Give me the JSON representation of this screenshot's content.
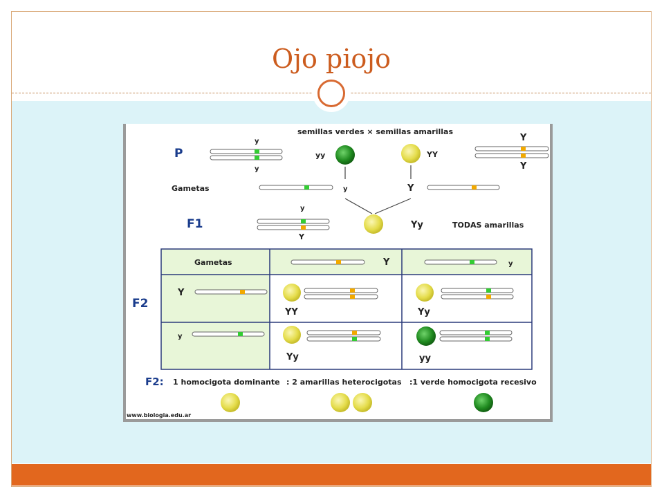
{
  "slide": {
    "title": "Ojo piojo"
  },
  "diagram": {
    "cross_label": "semillas verdes  ×  semillas amarillas",
    "row_labels": {
      "p": "P",
      "gametas": "Gametas",
      "f1": "F1",
      "f2": "F2",
      "f2_summary": "F2:"
    },
    "p_left_alleles": [
      "y",
      "y"
    ],
    "p_left_genotype": "yy",
    "p_right_genotype": "YY",
    "p_right_alleles": [
      "Y",
      "Y"
    ],
    "gamete_left": "y",
    "gamete_right": "Y",
    "f1_alleles": [
      "y",
      "Y"
    ],
    "f1_genotype": "Yy",
    "f1_result": "TODAS amarillas",
    "punnett": {
      "header": "Gametas",
      "col_alleles": [
        "Y",
        "y"
      ],
      "row_alleles": [
        "Y",
        "y"
      ],
      "cells": [
        "YY",
        "Yy",
        "Yy",
        "yy"
      ]
    },
    "summary": {
      "text1": "1 homocigota dominante",
      "text2": ": 2 amarillas heterocigotas",
      "text3": ":1 verde homocigota recesivo"
    },
    "source": "www.biologia.edu.ar",
    "colors": {
      "yellow_seed": "#e9e45a",
      "green_seed": "#1f8a1f",
      "allele_Y_band": "#f2a900",
      "allele_y_band": "#33cc33",
      "label_blue": "#1a3c8c",
      "table_green": "#e8f6d8",
      "table_border": "#2a3a7a"
    }
  }
}
